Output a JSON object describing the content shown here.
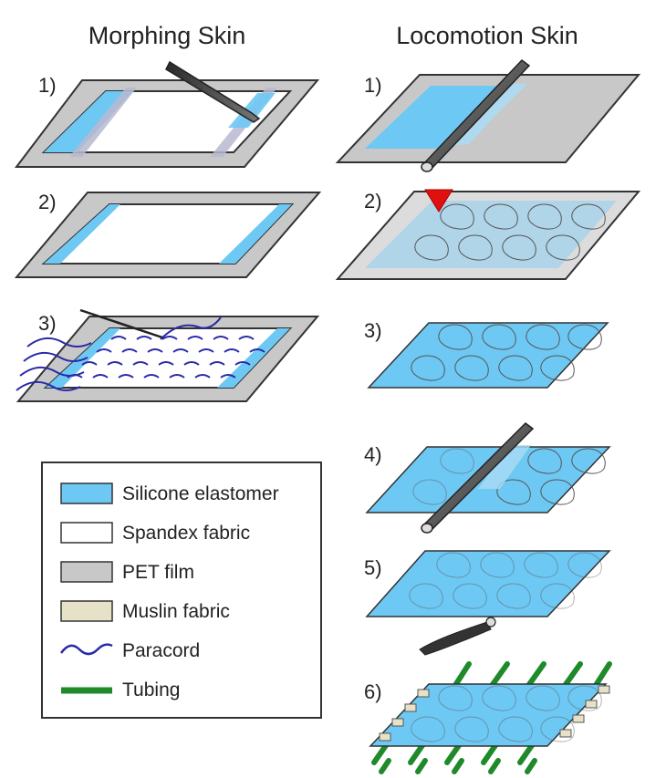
{
  "titles": {
    "morphing": "Morphing Skin",
    "locomotion": "Locomotion Skin"
  },
  "morphing_steps": [
    "1)",
    "2)",
    "3)"
  ],
  "locomotion_steps": [
    "1)",
    "2)",
    "3)",
    "4)",
    "5)",
    "6)"
  ],
  "legend": {
    "items": [
      {
        "label": "Silicone elastomer",
        "swatch": "#6ec8f4"
      },
      {
        "label": "Spandex fabric",
        "swatch": "#ffffff"
      },
      {
        "label": "PET film",
        "swatch": "#c8c8c8"
      },
      {
        "label": "Muslin fabric",
        "swatch": "#e6e2c8"
      },
      {
        "label": "Paracord",
        "swatch": "#2a2aa8"
      },
      {
        "label": "Tubing",
        "swatch": "#1f8a2a"
      }
    ]
  },
  "colors": {
    "silicone": "#6ec8f4",
    "pet": "#c8c8c8",
    "spandex": "#ffffff",
    "muslin": "#e6e2c8",
    "paracord": "#2a2aa8",
    "tubing": "#1f8a2a",
    "nozzle": "#e01010",
    "outline": "#333333"
  }
}
